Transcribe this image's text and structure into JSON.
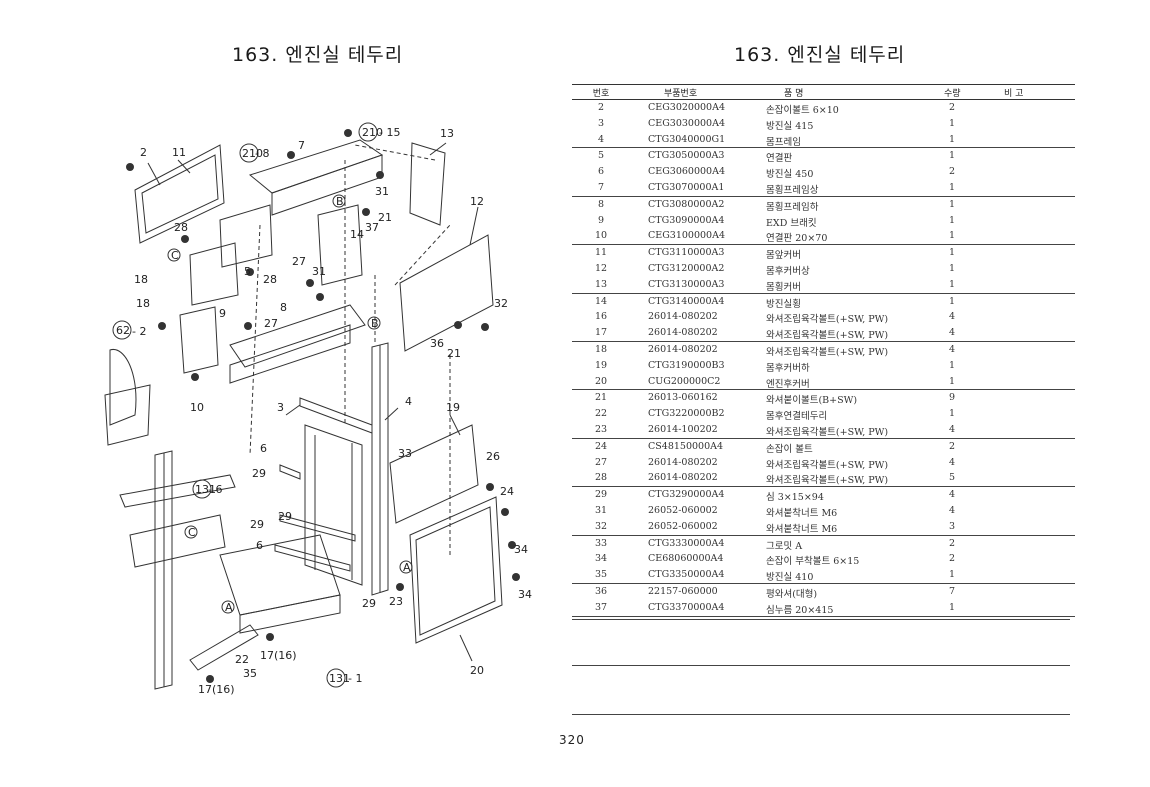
{
  "title_left": "163. 엔진실 테두리",
  "title_right": "163. 엔진실 테두리",
  "table": {
    "headers": {
      "no": "번호",
      "part": "부품번호",
      "name": "품 명",
      "qty": "수량",
      "note": "비 고"
    },
    "groups": [
      [
        {
          "no": "2",
          "part": "CEG3020000A4",
          "name": "손잡이볼트 6×10",
          "qty": "2"
        },
        {
          "no": "3",
          "part": "CEG3030000A4",
          "name": "방진실 415",
          "qty": "1"
        },
        {
          "no": "4",
          "part": "CTG3040000G1",
          "name": "몸프레임",
          "qty": "1"
        }
      ],
      [
        {
          "no": "5",
          "part": "CTG3050000A3",
          "name": "연결판",
          "qty": "1"
        },
        {
          "no": "6",
          "part": "CEG3060000A4",
          "name": "방진실 450",
          "qty": "2"
        },
        {
          "no": "7",
          "part": "CTG3070000A1",
          "name": "몸횡프레임상",
          "qty": "1"
        }
      ],
      [
        {
          "no": "8",
          "part": "CTG3080000A2",
          "name": "몸횡프레임하",
          "qty": "1"
        },
        {
          "no": "9",
          "part": "CTG3090000A4",
          "name": "EXD 브래킷",
          "qty": "1"
        },
        {
          "no": "10",
          "part": "CEG3100000A4",
          "name": "연결판 20×70",
          "qty": "1"
        }
      ],
      [
        {
          "no": "11",
          "part": "CTG3110000A3",
          "name": "몸앞커버",
          "qty": "1"
        },
        {
          "no": "12",
          "part": "CTG3120000A2",
          "name": "몸후커버상",
          "qty": "1"
        },
        {
          "no": "13",
          "part": "CTG3130000A3",
          "name": "몸횡커버",
          "qty": "1"
        }
      ],
      [
        {
          "no": "14",
          "part": "CTG3140000A4",
          "name": "방진실횡",
          "qty": "1"
        },
        {
          "no": "16",
          "part": "26014-080202",
          "name": "와셔조립육각볼트(+SW, PW)",
          "qty": "4"
        },
        {
          "no": "17",
          "part": "26014-080202",
          "name": "와셔조립육각볼트(+SW, PW)",
          "qty": "4"
        }
      ],
      [
        {
          "no": "18",
          "part": "26014-080202",
          "name": "와셔조립육각볼트(+SW, PW)",
          "qty": "4"
        },
        {
          "no": "19",
          "part": "CTG3190000B3",
          "name": "몸후커버하",
          "qty": "1"
        },
        {
          "no": "20",
          "part": "CUG200000C2",
          "name": "엔진후커버",
          "qty": "1"
        }
      ],
      [
        {
          "no": "21",
          "part": "26013-060162",
          "name": "와셔붙이볼트(B+SW)",
          "qty": "9"
        },
        {
          "no": "22",
          "part": "CTG3220000B2",
          "name": "몸후연결테두리",
          "qty": "1"
        },
        {
          "no": "23",
          "part": "26014-100202",
          "name": "와셔조립육각볼트(+SW, PW)",
          "qty": "4"
        }
      ],
      [
        {
          "no": "24",
          "part": "CS48150000A4",
          "name": "손잡이 볼트",
          "qty": "2"
        },
        {
          "no": "27",
          "part": "26014-080202",
          "name": "와셔조립육각볼트(+SW, PW)",
          "qty": "4"
        },
        {
          "no": "28",
          "part": "26014-080202",
          "name": "와셔조립육각볼트(+SW, PW)",
          "qty": "5"
        }
      ],
      [
        {
          "no": "29",
          "part": "CTG3290000A4",
          "name": "심 3×15×94",
          "qty": "4"
        },
        {
          "no": "31",
          "part": "26052-060002",
          "name": "와셔붙착너트 M6",
          "qty": "4"
        },
        {
          "no": "32",
          "part": "26052-060002",
          "name": "와셔붙착너트 M6",
          "qty": "3"
        }
      ],
      [
        {
          "no": "33",
          "part": "CTG3330000A4",
          "name": "그로밋 A",
          "qty": "2"
        },
        {
          "no": "34",
          "part": "CE68060000A4",
          "name": "손잡이 부착볼트 6×15",
          "qty": "2"
        },
        {
          "no": "35",
          "part": "CTG3350000A4",
          "name": "방진실 410",
          "qty": "1"
        }
      ],
      [
        {
          "no": "36",
          "part": "22157-060000",
          "name": "평와셔(대형)",
          "qty": "7"
        },
        {
          "no": "37",
          "part": "CTG3370000A4",
          "name": "심누름 20×415",
          "qty": "1"
        }
      ]
    ]
  },
  "diagram": {
    "callouts": [
      "2",
      "11",
      "28",
      "18",
      "5",
      "28",
      "18",
      "62",
      "2",
      "9",
      "10",
      "8",
      "7",
      "15",
      "13",
      "31",
      "21",
      "14",
      "37",
      "12",
      "27",
      "31",
      "27",
      "8",
      "32",
      "36",
      "21",
      "3",
      "4",
      "19",
      "6",
      "29",
      "33",
      "26",
      "131",
      "6",
      "29",
      "24",
      "29",
      "6",
      "34",
      "23",
      "29",
      "34",
      "22",
      "17(16)",
      "35",
      "17(16)",
      "131",
      "1",
      "20"
    ],
    "circled": [
      "210",
      "210",
      "62",
      "131",
      "131"
    ],
    "section_marks": [
      "B",
      "C",
      "B",
      "C",
      "A",
      "A"
    ]
  },
  "page_number": "320"
}
